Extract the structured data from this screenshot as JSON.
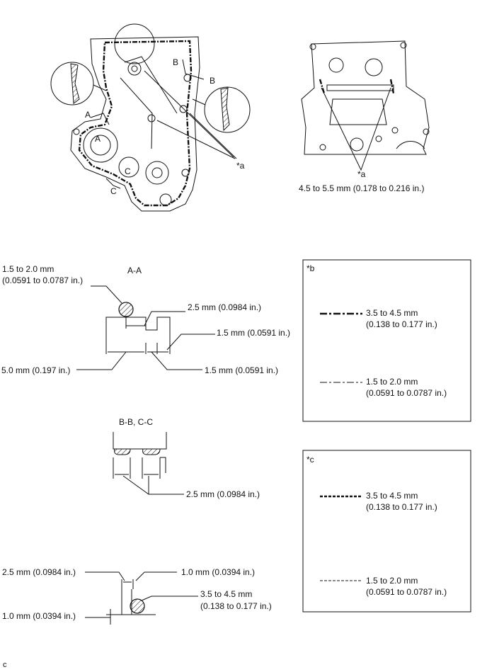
{
  "engine_view": {
    "section_marks": {
      "a": "A",
      "b": "B",
      "c": "C"
    },
    "callout": "*a"
  },
  "block_view": {
    "callout": "*a",
    "spec": "4.5 to 5.5 mm (0.178 to 0.216 in.)"
  },
  "section_aa": {
    "title": "A-A",
    "bead_line1": "1.5 to 2.0 mm",
    "bead_line2": "(0.0591 to 0.0787 in.)",
    "groove_depth": "2.5 mm (0.0984 in.)",
    "right_width": "1.5 mm (0.0591 in.)",
    "left_width": "5.0 mm (0.197 in.)",
    "bottom_width": "1.5 mm (0.0591 in.)"
  },
  "section_bb_cc": {
    "title": "B-B, C-C",
    "dimension": "2.5 mm (0.0984 in.)"
  },
  "detail": {
    "offset_top": "2.5 mm (0.0984 in.)",
    "width_right": "1.0 mm (0.0394 in.)",
    "bead_line1": "3.5 to 4.5 mm",
    "bead_line2": "(0.138 to 0.177 in.)",
    "height_left": "1.0 mm (0.0394 in.)"
  },
  "legend_b": {
    "tag": "*b",
    "thick_line1": "3.5 to 4.5 mm",
    "thick_line2": "(0.138 to 0.177 in.)",
    "thin_line1": "1.5 to 2.0 mm",
    "thin_line2": "(0.0591 to 0.0787 in.)"
  },
  "legend_c": {
    "tag": "*c",
    "thick_line1": "3.5 to 4.5 mm",
    "thick_line2": "(0.138 to 0.177 in.)",
    "thin_line1": "1.5 to 2.0 mm",
    "thin_line2": "(0.0591 to 0.0787 in.)"
  },
  "figure_code": "c"
}
